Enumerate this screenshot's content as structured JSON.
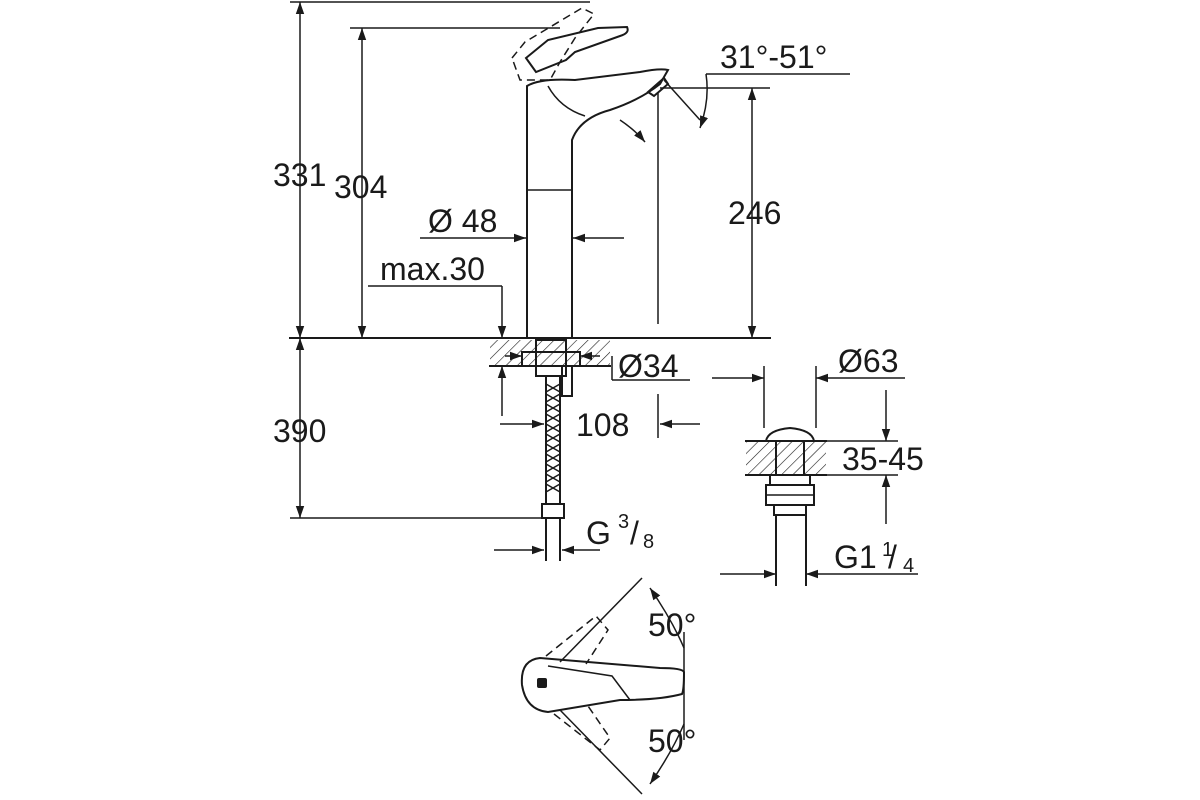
{
  "dimensions": {
    "overall_height": "331",
    "spout_height": "304",
    "body_diameter": "Ø 48",
    "deck_thickness": "max.30",
    "outlet_height": "246",
    "lever_angle": "31°-51°",
    "hole_diameter": "Ø34",
    "hose_length": "390",
    "spout_projection": "108",
    "hose_thread": "G",
    "hose_thread_num": "3",
    "hose_thread_den": "8",
    "waste_diameter": "Ø63",
    "waste_deck_range": "35-45",
    "waste_thread": "G1",
    "waste_thread_num": "1",
    "waste_thread_den": "4",
    "swivel_angle_top": "50°",
    "swivel_angle_bottom": "50°"
  }
}
